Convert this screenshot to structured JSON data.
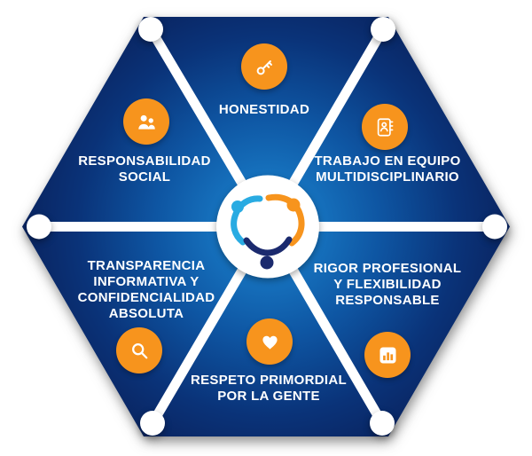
{
  "diagram": {
    "name": "company-values-hexagon",
    "colors": {
      "accent_orange": "#F7941D",
      "logo_light_blue": "#29ABE2",
      "logo_navy": "#1B2A6E",
      "hexagon_center_blue": "#1E86CF",
      "hexagon_edge_navy": "#09225D",
      "text": "#FFFFFF"
    },
    "center_logo": {
      "name": "three-people-circle-logo"
    },
    "sectors": [
      {
        "id": "top",
        "icon": "key-icon",
        "label": "HONESTIDAD",
        "lines": [
          "HONESTIDAD"
        ]
      },
      {
        "id": "top-right",
        "icon": "contact-book-icon",
        "label": "TRABAJO EN EQUIPO MULTIDISCIPLINARIO",
        "lines": [
          "TRABAJO EN EQUIPO",
          "MULTIDISCIPLINARIO"
        ]
      },
      {
        "id": "bottom-right",
        "icon": "bar-chart-icon",
        "label": "RIGOR PROFESIONAL Y FLEXIBILIDAD RESPONSABLE",
        "lines": [
          "RIGOR PROFESIONAL",
          "Y FLEXIBILIDAD",
          "RESPONSABLE"
        ]
      },
      {
        "id": "bottom",
        "icon": "heart-icon",
        "label": "RESPETO PRIMORDIAL POR LA GENTE",
        "lines": [
          "RESPETO PRIMORDIAL",
          "POR LA GENTE"
        ]
      },
      {
        "id": "bottom-left",
        "icon": "search-icon",
        "label": "TRANSPARENCIA INFORMATIVA Y CONFIDENCIALIDAD ABSOLUTA",
        "lines": [
          "TRANSPARENCIA",
          "INFORMATIVA Y",
          "CONFIDENCIALIDAD",
          "ABSOLUTA"
        ]
      },
      {
        "id": "top-left",
        "icon": "users-icon",
        "label": "RESPONSABILIDAD SOCIAL",
        "lines": [
          "RESPONSABILIDAD",
          "SOCIAL"
        ]
      }
    ]
  }
}
